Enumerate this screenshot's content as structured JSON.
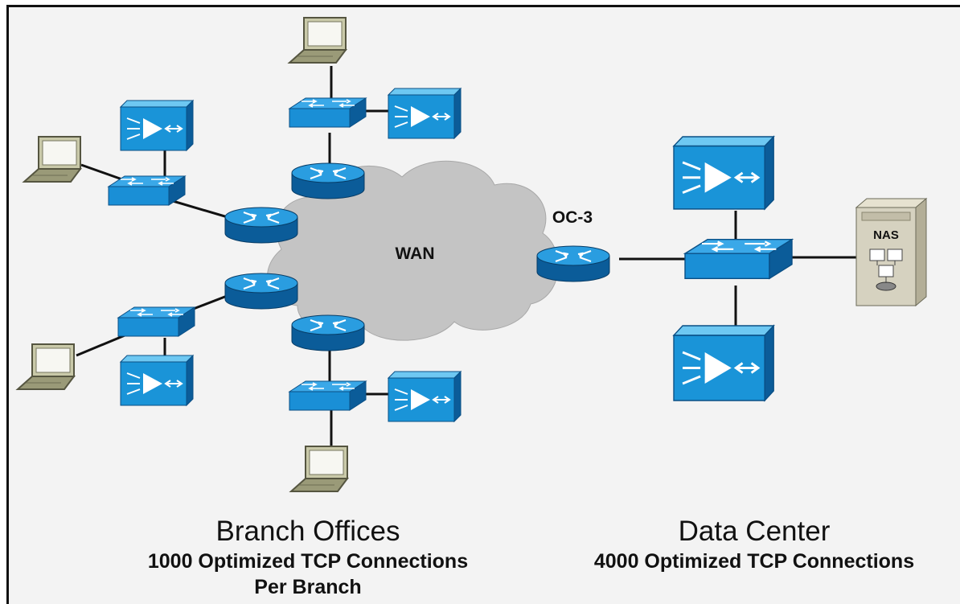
{
  "cloud": {
    "label": "WAN"
  },
  "uplink": {
    "label": "OC-3"
  },
  "storage": {
    "label": "NAS"
  },
  "branch": {
    "title": "Branch Offices",
    "line1": "1000 Optimized TCP Connections",
    "line2": "Per Branch"
  },
  "datacenter": {
    "title": "Data Center",
    "line1": "4000 Optimized TCP Connections"
  },
  "colors": {
    "device_blue": "#1a8fd6",
    "device_dark": "#0b5c99",
    "cloud_gray": "#c4c4c4",
    "laptop_olive": "#9a9a78",
    "nas_beige": "#d6d2c0"
  }
}
